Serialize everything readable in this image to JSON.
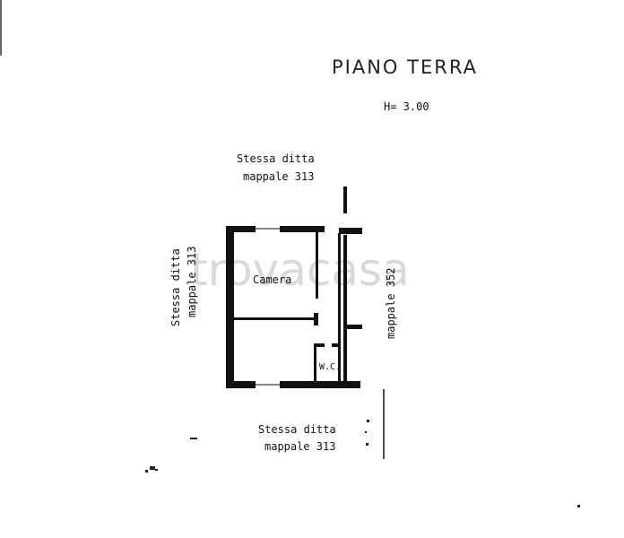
{
  "plan": {
    "title": "PIANO TERRA",
    "height_note": "H= 3.00",
    "rooms": {
      "camera": "Camera",
      "wc": "W.C."
    },
    "neighbors": {
      "top": {
        "line1": "Stessa ditta",
        "line2": "mappale 313"
      },
      "left": {
        "line1": "Stessa ditta",
        "line2": "mappale 313"
      },
      "right": {
        "line1": "mappale 352"
      },
      "bottom": {
        "line1": "Stessa ditta",
        "line2": "mappale 313"
      }
    },
    "watermark": "trovacasa"
  }
}
